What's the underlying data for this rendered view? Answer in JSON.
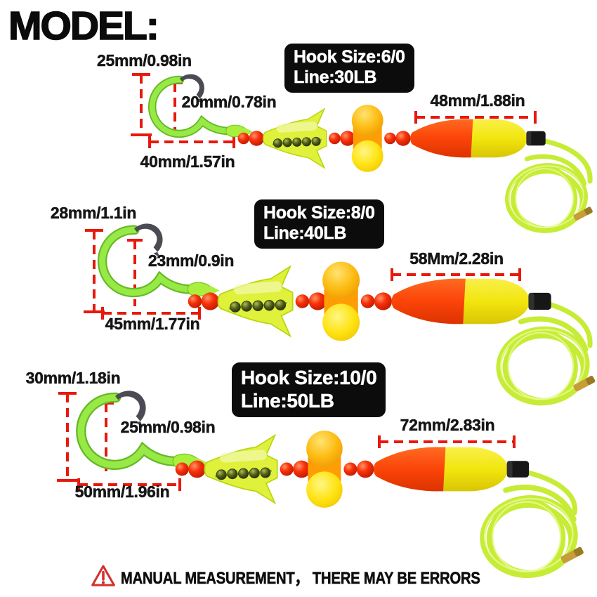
{
  "title": "MODEL:",
  "footer": {
    "warning_icon": "warning-triangle-icon",
    "warning_text": "MANUAL MEASUREMENT， THERE MAY BE ERRORS"
  },
  "colors": {
    "dimension_red": "#e8190c",
    "tag_background": "#0c0c0c",
    "tag_text": "#ffffff",
    "hook_green": "#97e945",
    "bead_red": "#f93008",
    "skirt_chartreuse": "#dbef25",
    "float_orange": "#fb4408",
    "float_yellow": "#f2e60e",
    "mid_float_orange": "#ff9d06",
    "mid_float_yellow": "#ffe312",
    "coil_line_green": "#c6ec36",
    "clip_brass": "#c59d39",
    "warning_red": "#d43030"
  },
  "rows": [
    {
      "hook_size": "Hook Size:6/0",
      "line": "Line:30LB",
      "hook_height": "25mm/0.98in",
      "hook_gap": "20mm/0.78in",
      "hook_length": "40mm/1.57in",
      "float_length": "48mm/1.88in"
    },
    {
      "hook_size": "Hook Size:8/0",
      "line": "Line:40LB",
      "hook_height": "28mm/1.1in",
      "hook_gap": "23mm/0.9in",
      "hook_length": "45mm/1.77in",
      "float_length": "58Mm/2.28in"
    },
    {
      "hook_size": "Hook Size:10/0",
      "line": "Line:50LB",
      "hook_height": "30mm/1.18in",
      "hook_gap": "25mm/0.98in",
      "hook_length": "50mm/1.96in",
      "float_length": "72mm/2.83in"
    }
  ]
}
